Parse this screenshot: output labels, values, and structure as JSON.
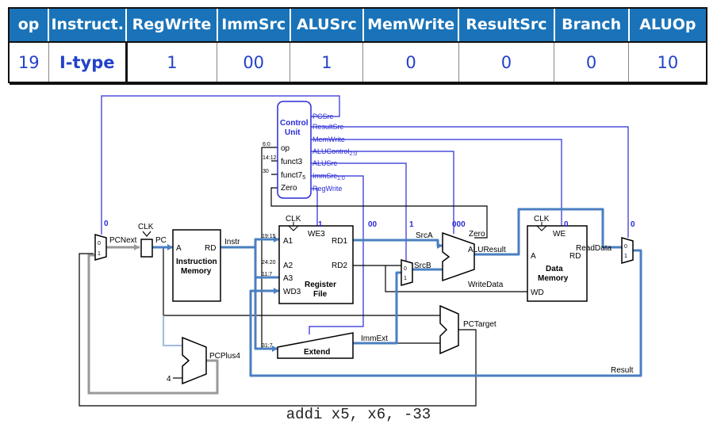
{
  "table": {
    "headers": [
      "op",
      "Instruct.",
      "RegWrite",
      "ImmSrc",
      "ALUSrc",
      "MemWrite",
      "ResultSrc",
      "Branch",
      "ALUOp"
    ],
    "row": [
      "19",
      "I-type",
      "1",
      "00",
      "1",
      "0",
      "0",
      "0",
      "10"
    ]
  },
  "colors": {
    "header_bg": "#1a73b8",
    "value_text": "#2342c9",
    "active_path": "#4a7fc0",
    "control_line": "#2a2ad6"
  },
  "diagram": {
    "control_unit": {
      "title_1": "Control",
      "title_2": "Unit",
      "inputs": [
        "op",
        "funct3",
        "funct7",
        "Zero"
      ],
      "outputs": [
        "PCSrc",
        "ResultSrc",
        "MemWrite",
        "ALUControl",
        "ALUSrc",
        "ImmSrc",
        "RegWrite"
      ],
      "alucontrol_sub": "2:0",
      "immsrc_sub": "1:0",
      "funct7_sub": "5"
    },
    "control_values": {
      "pcsrc": "0",
      "regwrite": "1",
      "immsrc": "00",
      "alusrc": "1",
      "alucontrol": "000",
      "memwrite": "0",
      "resultsrc": "0"
    },
    "bit_fields": {
      "op": "6:0",
      "funct3": "14:12",
      "funct7": "30",
      "a1": "19:15",
      "a2": "24:20",
      "a3": "11:7",
      "ext": "31:7"
    },
    "instr_mem": {
      "title_1": "Instruction",
      "title_2": "Memory",
      "a": "A",
      "rd": "RD"
    },
    "reg_file": {
      "title_1": "Register",
      "title_2": "File",
      "we3": "WE3",
      "a1": "A1",
      "a2": "A2",
      "a3": "A3",
      "wd3": "WD3",
      "rd1": "RD1",
      "rd2": "RD2"
    },
    "data_mem": {
      "title_1": "Data",
      "title_2": "Memory",
      "we": "WE",
      "a": "A",
      "rd": "RD",
      "wd": "WD"
    },
    "signals": {
      "pcnext": "PCNext",
      "pc": "PC",
      "instr": "Instr",
      "clk": "CLK",
      "srca": "SrcA",
      "srcb": "SrcB",
      "zero": "Zero",
      "aluresult": "ALUResult",
      "writedata": "WriteData",
      "readdata": "ReadData",
      "pctarget": "PCTarget",
      "pcplus4": "PCPlus4",
      "immext": "ImmExt",
      "extend": "Extend",
      "result": "Result",
      "four": "4"
    },
    "mux_labels": {
      "zero": "0",
      "one": "1"
    }
  },
  "caption": "addi x5, x6, -33"
}
